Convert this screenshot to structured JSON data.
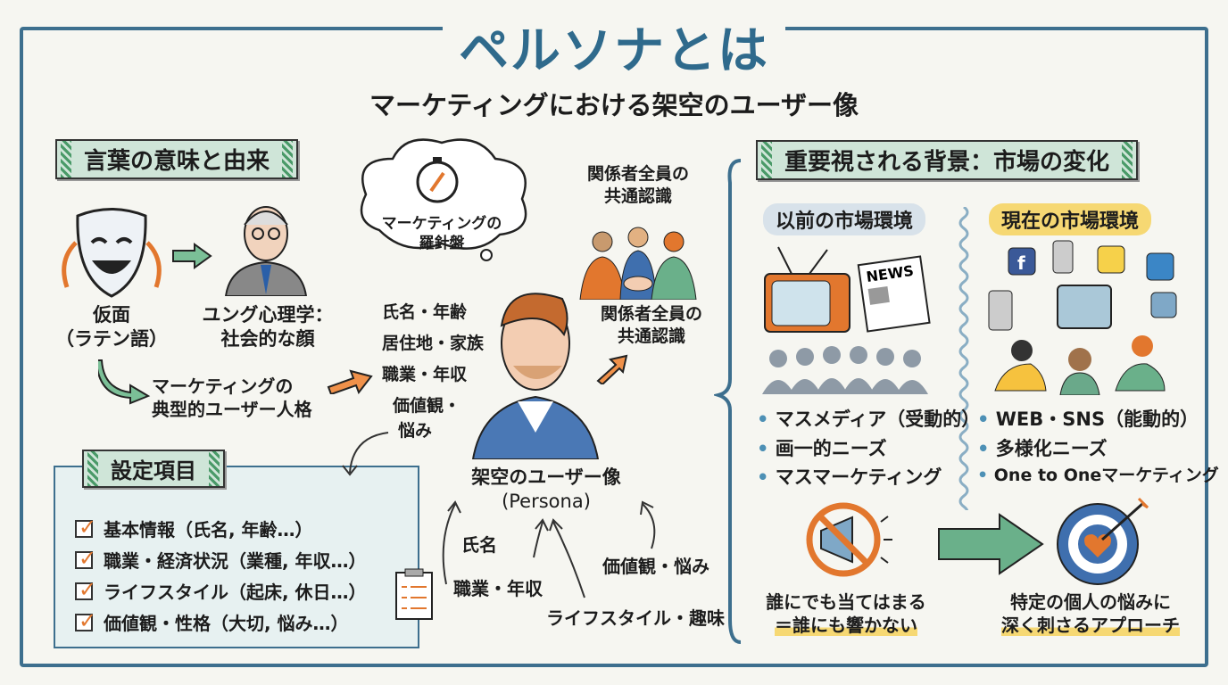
{
  "title": "ペルソナとは",
  "subtitle": "マーケティングにおける架空のユーザー像",
  "origin": {
    "heading": "言葉の意味と由来",
    "mask": [
      "仮面",
      "（ラテン語）"
    ],
    "jung": [
      "ユング心理学：",
      "社会的な顔"
    ],
    "marketing": [
      "マーケティングの",
      "典型的ユーザー人格"
    ]
  },
  "settings": {
    "heading": "設定項目",
    "items": [
      "基本情報（氏名, 年齢…）",
      "職業・経済状況（業種, 年収…）",
      "ライフスタイル（起床, 休日…）",
      "価値観・性格（大切, 悩み…）"
    ]
  },
  "center": {
    "thought": [
      "マーケティングの",
      "羅針盤"
    ],
    "attributes": [
      "氏名・年齢",
      "居住地・家族",
      "職業・年収",
      "価値観・",
      "悩み"
    ],
    "shared_top": [
      "関係者全員の",
      "共通認識"
    ],
    "shared": [
      "関係者全員の",
      "共通認識"
    ],
    "persona": [
      "架空のユーザー像",
      "(Persona)"
    ],
    "inputs": [
      "氏名",
      "職業・年収",
      "価値観・悩み",
      "ライフスタイル・趣味"
    ]
  },
  "market": {
    "heading": "重要視される背景：市場の変化",
    "before": {
      "label": "以前の市場環境",
      "items": [
        "マスメディア（受動的）",
        "画一的ニーズ",
        "マスマーケティング"
      ],
      "conclusion": [
        "誰にでも当てはまる",
        "＝誰にも響かない"
      ],
      "news": "NEWS"
    },
    "after": {
      "label": "現在の市場環境",
      "items": [
        "WEB・SNS（能動的）",
        "多様化ニーズ",
        "One to Oneマーケティング"
      ],
      "conclusion": [
        "特定の個人の悩みに",
        "深く刺さるアプローチ"
      ]
    }
  },
  "colors": {
    "accent": "#2f6a8c",
    "green": "#cfe5d8",
    "orange": "#e2772e",
    "yellow": "#f6d873"
  }
}
